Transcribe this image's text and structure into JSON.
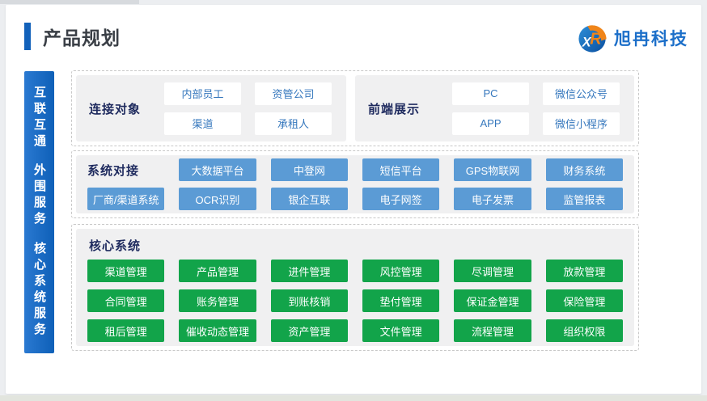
{
  "header": {
    "title": "产品规划",
    "logo": {
      "name": "旭冉科技"
    }
  },
  "sidebar": {
    "items": [
      {
        "label": "互联互通"
      },
      {
        "label": "外围服务"
      },
      {
        "label": "核心系统服务"
      }
    ]
  },
  "sections": {
    "connect": {
      "groups": [
        {
          "label": "连接对象",
          "items": [
            "内部员工",
            "资管公司",
            "渠道",
            "承租人"
          ]
        },
        {
          "label": "前端展示",
          "items": [
            "PC",
            "微信公众号",
            "APP",
            "微信小程序"
          ]
        }
      ]
    },
    "integration": {
      "label": "系统对接",
      "row1": [
        "大数据平台",
        "中登网",
        "短信平台",
        "GPS物联网",
        "财务系统"
      ],
      "row2": [
        "厂商/渠道系统",
        "OCR识别",
        "银企互联",
        "电子网签",
        "电子发票",
        "监管报表"
      ]
    },
    "core": {
      "label": "核心系统",
      "rows": [
        [
          "渠道管理",
          "产品管理",
          "进件管理",
          "风控管理",
          "尽调管理",
          "放款管理"
        ],
        [
          "合同管理",
          "账务管理",
          "到账核销",
          "垫付管理",
          "保证金管理",
          "保险管理"
        ],
        [
          "租后管理",
          "催收动态管理",
          "资产管理",
          "文件管理",
          "流程管理",
          "组织权限"
        ]
      ]
    }
  },
  "colors": {
    "accent_blue": "#1261ba",
    "sidebar_blue": "#1268c6",
    "integration_box_blue": "#5b9bd5",
    "core_box_green": "#12a44a",
    "section_label_navy": "#1e2a5e",
    "connect_box_text_blue": "#3577bd",
    "logo_blue": "#1c6fc9",
    "logo_orange": "#f08519"
  }
}
